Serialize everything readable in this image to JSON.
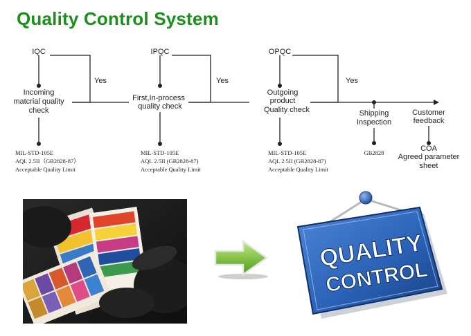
{
  "title": "Quality Control System",
  "stages": [
    {
      "code": "IQC",
      "label_lines": [
        "Incoming",
        "matcrial quality",
        "check"
      ],
      "yes": "Yes",
      "standards": [
        "MIL-STD-105E",
        "AQL 2.5II（GB2828-87）",
        "Acceptable Quality Limit"
      ]
    },
    {
      "code": "IPQC",
      "label_lines": [
        "First,In-process",
        "quality check"
      ],
      "yes": "Yes",
      "standards": [
        "MIL-STD-105E",
        "AQL 2.5II (GB2828-87)",
        "Acceptable Quality Limit"
      ]
    },
    {
      "code": "OPQC",
      "label_lines": [
        "Outgoing",
        "product",
        "Quality check"
      ],
      "yes": "Yes",
      "standards": [
        "MIL-STD-105E",
        "AQL 2.5II (GB2828-87)",
        "Acceptable Quality Limit"
      ]
    }
  ],
  "shipping": {
    "label_lines": [
      "Shipping",
      "Inspection"
    ],
    "standard": "GB2828"
  },
  "customer": {
    "label_lines": [
      "Customer",
      "feedback"
    ],
    "details": [
      "COA",
      "Agreed parameter",
      "sheet"
    ]
  },
  "sign": {
    "line1": "QUALITY",
    "line2": "CONTROL"
  },
  "colors": {
    "title": "#1b8e1b",
    "lines": "#222222",
    "arrow": "#7cc242",
    "sign_blue": "#2b63b8"
  }
}
